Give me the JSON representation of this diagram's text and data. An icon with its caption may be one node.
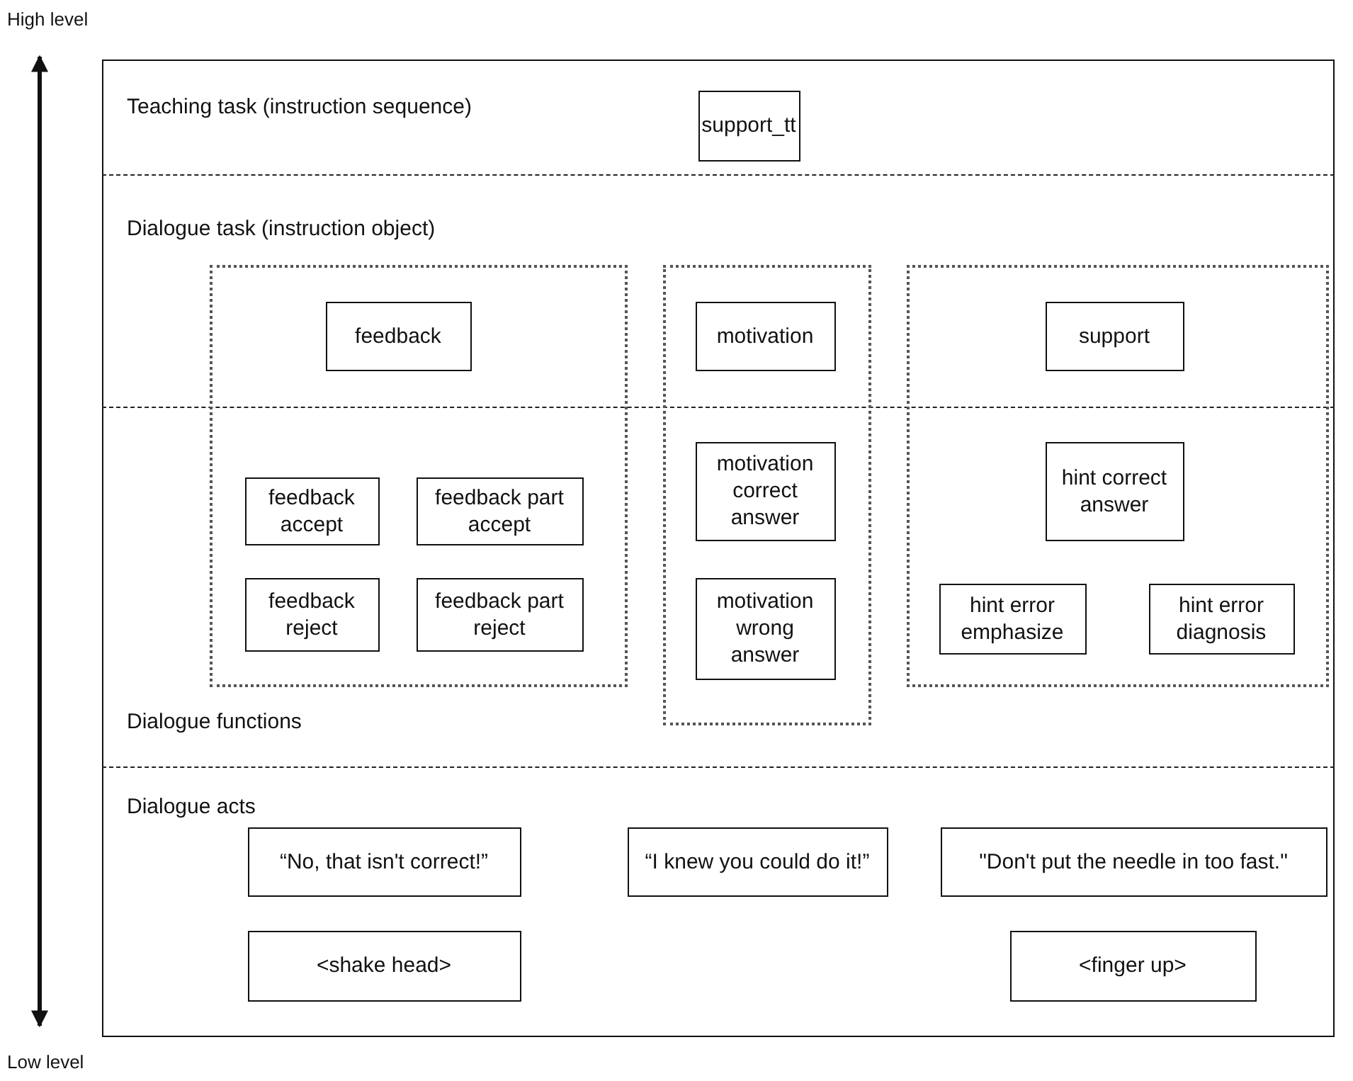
{
  "diagram": {
    "nodes": [
      {
        "text": [
          "Teaching task (instruction sequence)"
        ]
      },
      {
        "text": [
          "support_tt"
        ],
        "in": 0
      },
      {
        "text": [
          "Dialogue task (instruction object)"
        ]
      },
      {
        "text": [
          "Dialogue functions"
        ]
      },
      {
        "text": [],
        "shape": "box"
      },
      {
        "text": [
          "feedback"
        ]
      },
      {
        "text": [
          "feedback accept"
        ]
      },
      {
        "text": [
          "feedback part accept"
        ]
      },
      {
        "text": [
          "feedback reject"
        ]
      },
      {
        "text": [
          "feedback part reject"
        ]
      },
      {
        "text": [],
        "shape": "box"
      },
      {
        "text": [
          "motivation"
        ]
      },
      {
        "text": [
          "motivation correct answer"
        ]
      },
      {
        "text": [
          "motivation wrong answer"
        ]
      },
      {
        "text": [],
        "shape": "box"
      },
      {
        "text": [
          "support"
        ]
      },
      {
        "text": [
          "hint correct answer"
        ]
      },
      {
        "text": [
          "hint error emphasize"
        ]
      },
      {
        "text": [
          "hint error diagnosis"
        ]
      },
      {
        "text": [
          "Dialogue acts"
        ]
      },
      {
        "text": [
          "“No, that isn't correct!”"
        ],
        "in": 19
      },
      {
        "text": [
          "“I knew you could do it!”"
        ],
        "in": 19
      },
      {
        "text": [
          "\"Don't put the needle in too fast.\""
        ],
        "in": 19
      },
      {
        "text": [
          "<shake head>"
        ],
        "in": 19
      },
      {
        "text": [
          "<finger up>"
        ],
        "in": 19
      }
    ],
    "labels": [
      "High level",
      "Low level"
    ]
  }
}
